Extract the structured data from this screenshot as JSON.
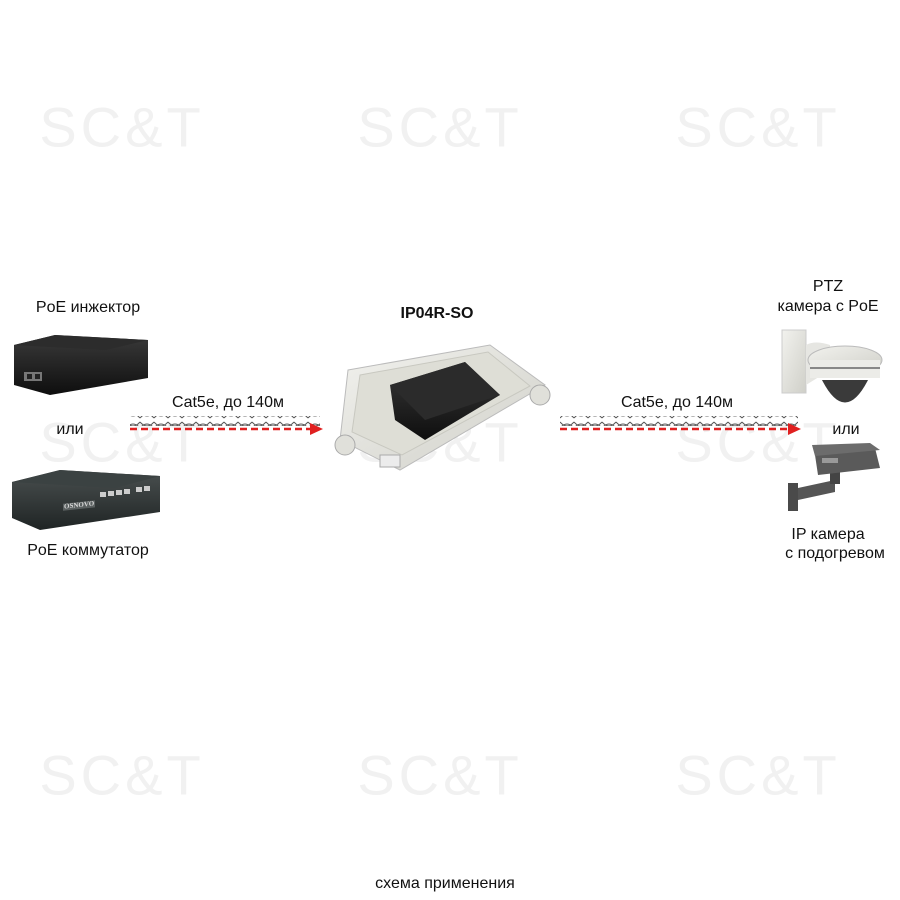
{
  "watermark": "SC&T",
  "left": {
    "injector_label": "PoE инжектор",
    "or_label": "или",
    "switch_label": "PoE коммутатор",
    "switch_brand": "OSNOVO"
  },
  "center": {
    "device_label": "IP04R-SO"
  },
  "cables": {
    "left_label": "Cat5e, до 140м",
    "right_label": "Cat5e, до 140м",
    "arrow_color": "#e02020"
  },
  "right": {
    "ptz_line1": "PTZ",
    "ptz_line2": "камера с PoE",
    "or_label": "или",
    "ip_line1": "IP камера",
    "ip_line2": "с подогревом"
  },
  "caption": "схема применения"
}
